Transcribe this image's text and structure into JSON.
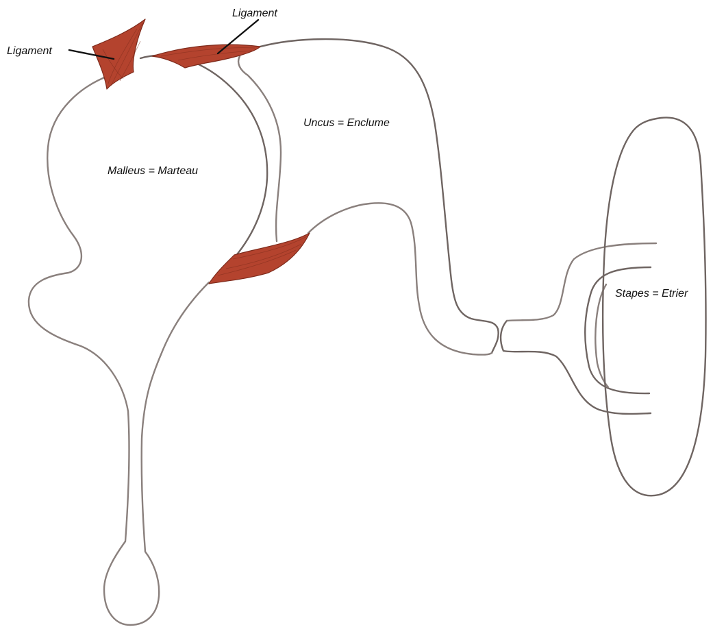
{
  "labels": {
    "ligament_left": "Ligament",
    "ligament_top": "Ligament",
    "malleus": "Malleus = Marteau",
    "incus": "Uncus = Enclume",
    "stapes": "Stapes = Etrier"
  },
  "colors": {
    "background": "#ffffff",
    "bone_outline": "#8a807d",
    "bone_outline_dark": "#6f6562",
    "ligament_fill": "#b4432e",
    "ligament_dark": "#7e2b1c",
    "leader_line": "#111111",
    "label_text": "#111111"
  }
}
